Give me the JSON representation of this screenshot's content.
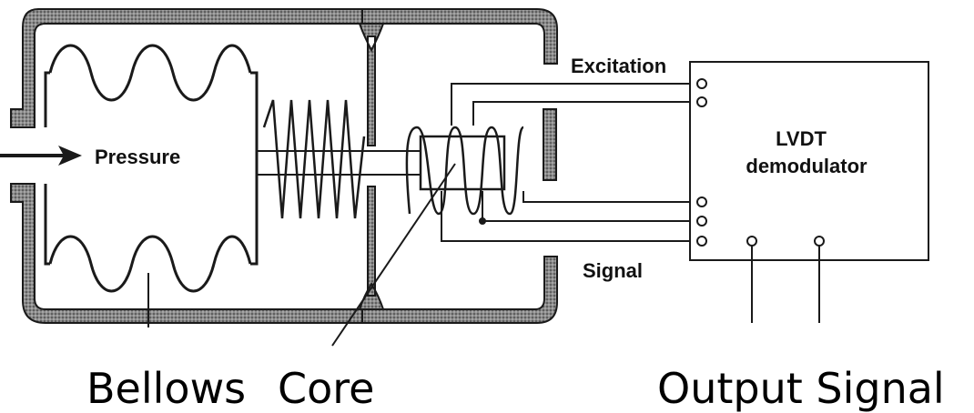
{
  "labels": {
    "excitation": "Excitation",
    "pressure": "Pressure",
    "lvdt_line1": "LVDT",
    "lvdt_line2": "demodulator",
    "signal": "Signal"
  },
  "captions": {
    "bellows": "Bellows",
    "core": "Core",
    "output_signal": "Output Signal"
  },
  "colors": {
    "ink": "#1a1a1a",
    "housing_fill": "#6b6b6b",
    "background": "#ffffff"
  }
}
